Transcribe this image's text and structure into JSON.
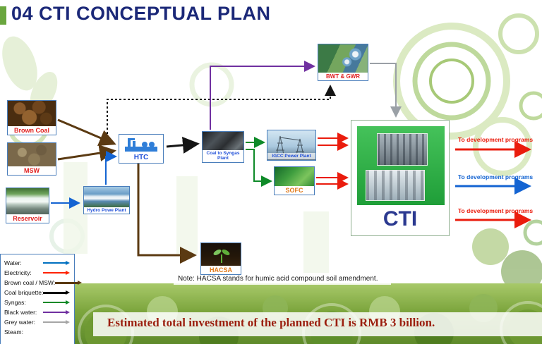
{
  "title": "04 CTI CONCEPTUAL PLAN",
  "nodes": {
    "brown_coal": "Brown Coal",
    "msw": "MSW",
    "reservoir": "Reservoir",
    "htc": "HTC",
    "coal_to_syngas": "Coal to Syngas Plant",
    "igcc": "IGCC Power Plant",
    "sofc": "SOFC",
    "bwt_gwr": "BWT & GWR",
    "hydro": "Hydro Powe Plant",
    "hacsa": "HACSA",
    "cti": "CTI"
  },
  "outputs": [
    {
      "label": "To development  programs",
      "color": "#ea1c0d"
    },
    {
      "label": "To development  programs",
      "color": "#1464d2"
    },
    {
      "label": "To development  programs",
      "color": "#ea1c0d"
    }
  ],
  "legend": {
    "items": [
      {
        "label": "Water:",
        "color": "#0070c0"
      },
      {
        "label": "Electricity:",
        "color": "#ff2200"
      },
      {
        "label": "Brown coal / MSW:",
        "color": "#5b3a12"
      },
      {
        "label": "Coal briquette:",
        "color": "#000000"
      },
      {
        "label": "Syngas:",
        "color": "#0e8a28"
      },
      {
        "label": "Black water:",
        "color": "#7030a0"
      },
      {
        "label": "Grey water:",
        "color": "#a6a6a6"
      },
      {
        "label": "Steam:",
        "color": ""
      }
    ]
  },
  "flows": [
    {
      "from": "Brown Coal",
      "to": "HTC",
      "type": "brown coal / MSW"
    },
    {
      "from": "MSW",
      "to": "HTC",
      "type": "brown coal / MSW"
    },
    {
      "from": "Reservoir",
      "to": "Hydro Powe Plant",
      "type": "water"
    },
    {
      "from": "Hydro Powe Plant",
      "to": "HTC",
      "type": "water"
    },
    {
      "from": "HTC",
      "to": "Coal to Syngas Plant",
      "type": "coal briquette"
    },
    {
      "from": "HTC",
      "to": "HACSA",
      "type": "brown coal / MSW"
    },
    {
      "from": "HTC",
      "to": "BWT & GWR",
      "type": "black water"
    },
    {
      "from": "HTC",
      "to": "BWT & GWR",
      "type": "dotted"
    },
    {
      "from": "Coal to Syngas Plant",
      "to": "IGCC Power Plant",
      "type": "syngas"
    },
    {
      "from": "Coal to Syngas Plant",
      "to": "SOFC",
      "type": "syngas"
    },
    {
      "from": "IGCC Power Plant",
      "to": "CTI",
      "type": "electricity"
    },
    {
      "from": "SOFC",
      "to": "CTI",
      "type": "electricity"
    },
    {
      "from": "BWT & GWR",
      "to": "CTI",
      "type": "grey water"
    },
    {
      "from": "CTI",
      "to": "To development programs",
      "type": "electricity"
    },
    {
      "from": "CTI",
      "to": "To development programs",
      "type": "water"
    },
    {
      "from": "CTI",
      "to": "To development programs",
      "type": "electricity"
    }
  ],
  "note": "Note: HACSA stands for humic acid compound  soil amendment.",
  "footer": "Estimated total investment of the planned CTI  is RMB 3 billion."
}
